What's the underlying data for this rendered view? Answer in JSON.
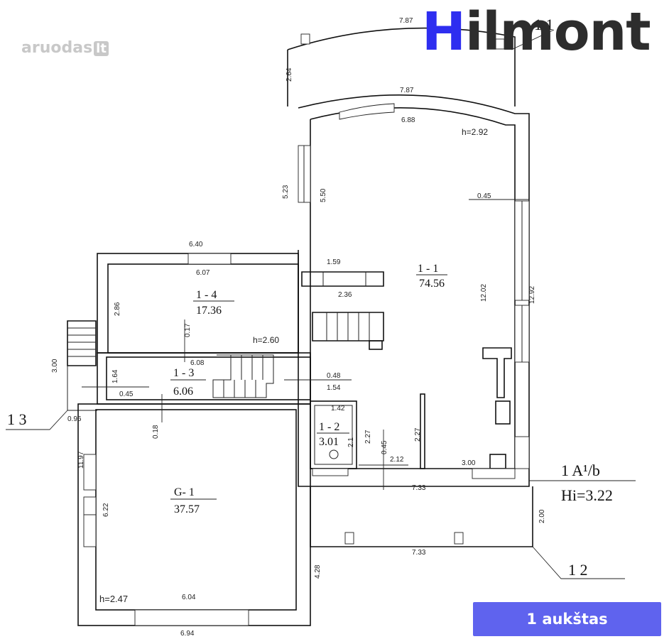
{
  "brand": {
    "initial": "H",
    "rest": "ilmont"
  },
  "watermark": {
    "text": "aruodas",
    "suffix": "lt"
  },
  "badge": {
    "label": "1 aukštas"
  },
  "rooms": {
    "r11": {
      "name": "1 - 1",
      "area": "74.56"
    },
    "r12": {
      "name": "1 - 2",
      "area": "3.01"
    },
    "r13": {
      "name": "1 - 3",
      "area": "6.06"
    },
    "r14": {
      "name": "1 - 4",
      "area": "17.36"
    },
    "g1": {
      "name": "G- 1",
      "area": "37.57"
    }
  },
  "heights": {
    "r11": "h=2.92",
    "r14": "h=2.60",
    "g1": "h=2.47",
    "overall": "Hi=3.22"
  },
  "section_labels": {
    "top": "1 1",
    "right": "1 A¹/b",
    "bottom_right": "1 2",
    "left": "1 3"
  },
  "dims": {
    "top_outer": "7.87",
    "top_inner": "7.87",
    "top_inner2": "6.88",
    "left_porch": "2.64",
    "hall_left_outer": "5.23",
    "hall_left_inner": "5.50",
    "wall_045_right": "0.45",
    "hall_right_inner": "12.02",
    "hall_right_outer": "12.92",
    "stair_top": "1.59",
    "stair_bottom": "2.36",
    "r14_top_outer": "6.40",
    "r14_top_inner": "6.07",
    "r14_left": "2.86",
    "r14_wall": "0.17",
    "r13_top": "6.08",
    "r13_left": "1.64",
    "r13_wall": "0.45",
    "r13_right_a": "0.48",
    "r13_right_b": "1.54",
    "ext_stair": "3.00",
    "ext_096": "0.96",
    "g1_wall": "0.18",
    "g1_left_outer": "11.97",
    "g1_left_inner": "6.22",
    "g1_bottom_inner": "6.04",
    "g1_bottom_outer": "6.94",
    "r12_top": "1.42",
    "r12_side": "2.1",
    "r12_right": "2.27",
    "wall_045b": "0.45",
    "wall_212": "2.12",
    "partition_227": "2.27",
    "hall_bottom": "3.00",
    "terrace_top": "7.33",
    "terrace_bottom": "7.33",
    "terrace_right": "2.00",
    "terrace_left": "4.28"
  }
}
